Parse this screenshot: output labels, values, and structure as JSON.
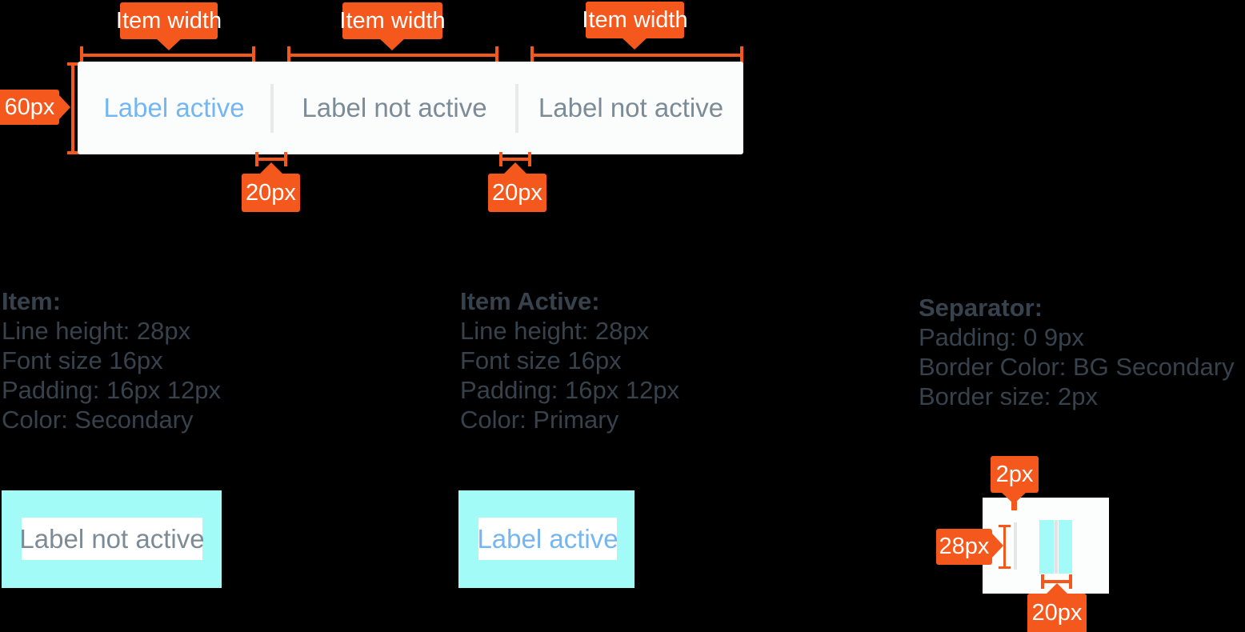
{
  "colors": {
    "accent_orange": "#F4581C",
    "primary_blue": "#73B6F1",
    "secondary_gray": "#7C8B96",
    "text_dark": "#37424D",
    "bg_cyan": "#A3FBF7",
    "bar_background": "#FBFDFD",
    "separator_gray": "#E7EAEB"
  },
  "diagram": {
    "item_width_tags": [
      "Item width",
      "Item width",
      "Item width"
    ],
    "bar_height_tag": "60px",
    "gap_tags": [
      "20px",
      "20px"
    ],
    "bar_items": [
      {
        "label": "Label active",
        "state": "active"
      },
      {
        "label": "Label not active",
        "state": "inactive"
      },
      {
        "label": "Label not active",
        "state": "inactive"
      }
    ]
  },
  "specs": [
    {
      "title": "Item:",
      "lines": [
        "Line height: 28px",
        "Font size 16px",
        "Padding: 16px 12px",
        "Color: Secondary"
      ]
    },
    {
      "title": "Item Active:",
      "lines": [
        "Line height: 28px",
        "Font size 16px",
        "Padding: 16px 12px",
        "Color: Primary"
      ]
    },
    {
      "title": "Separator:",
      "lines": [
        "Padding: 0 9px",
        "Border Color: BG Secondary",
        "Border size: 2px"
      ]
    }
  ],
  "examples": {
    "inactive_label": "Label not active",
    "active_label": "Label active",
    "separator": {
      "border_width_tag": "2px",
      "height_tag": "28px",
      "total_width_tag": "20px"
    }
  }
}
